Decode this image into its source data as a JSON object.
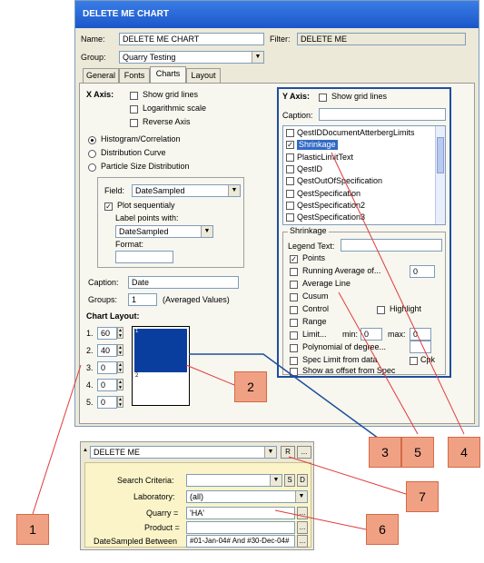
{
  "window": {
    "title": "DELETE ME CHART"
  },
  "header": {
    "name_label": "Name:",
    "name_value": "DELETE ME CHART",
    "filter_label": "Filter:",
    "filter_value": "DELETE ME",
    "group_label": "Group:",
    "group_value": "Quarry Testing"
  },
  "tabs": [
    {
      "label": "General"
    },
    {
      "label": "Fonts"
    },
    {
      "label": "Charts"
    },
    {
      "label": "Layout"
    }
  ],
  "xaxis": {
    "heading": "X Axis:",
    "show_grid": "Show grid lines",
    "log_scale": "Logarithmic scale",
    "reverse": "Reverse Axis",
    "radio_hist": "Histogram/Correlation",
    "radio_dist": "Distribution Curve",
    "radio_psd": "Particle Size Distribution",
    "field_label": "Field:",
    "field_value": "DateSampled",
    "plot_seq": "Plot sequentialy",
    "label_points": "Label points with:",
    "label_points_value": "DateSampled",
    "format_label": "Format:",
    "caption_label": "Caption:",
    "caption_value": "Date",
    "groups_label": "Groups:",
    "groups_value": "1",
    "groups_note": "(Averaged Values)"
  },
  "layout": {
    "heading": "Chart Layout:",
    "rows": [
      {
        "n": "1.",
        "v": "60"
      },
      {
        "n": "2.",
        "v": "40"
      },
      {
        "n": "3.",
        "v": "0"
      },
      {
        "n": "4.",
        "v": "0"
      },
      {
        "n": "5.",
        "v": "0"
      }
    ],
    "preview_label_1": "1",
    "preview_label_2": "2"
  },
  "yaxis": {
    "heading": "Y Axis:",
    "show_grid": "Show grid lines",
    "caption_label": "Caption:",
    "list": [
      {
        "label": "QestIDDocumentAtterbergLimits",
        "checked": false
      },
      {
        "label": "Shrinkage",
        "checked": true
      },
      {
        "label": "PlasticLimitText",
        "checked": false
      },
      {
        "label": "QestID",
        "checked": false
      },
      {
        "label": "QestOutOfSpecification",
        "checked": false
      },
      {
        "label": "QestSpecification",
        "checked": false
      },
      {
        "label": "QestSpecification2",
        "checked": false
      },
      {
        "label": "QestSpecification3",
        "checked": false
      }
    ],
    "group_title": "Shrinkage",
    "legend_label": "Legend Text:",
    "points": "Points",
    "running_avg": "Running Average of...",
    "running_avg_value": "0",
    "average_line": "Average Line",
    "cusum": "Cusum",
    "control": "Control",
    "highlight": "Highlight",
    "range": "Range",
    "limit": "Limit...",
    "min_label": "min:",
    "min_value": "0",
    "max_label": "max:",
    "max_value": "0",
    "polynomial": "Polynomial of degree...",
    "spec_limit": "Spec Limit from data",
    "cpk": "Cpk",
    "offset": "Show as offset from Spec"
  },
  "filter_panel": {
    "title": "DELETE ME",
    "r_button": "R",
    "more_button": "...",
    "search_label": "Search Criteria:",
    "s_button": "S",
    "d_button": "D",
    "lab_label": "Laboratory:",
    "lab_value": "(all)",
    "quarry_label": "Quarry =",
    "quarry_value": "'HA'",
    "product_label": "Product =",
    "product_value": "",
    "date_label": "DateSampled Between",
    "date_value": "#01-Jan-04# And #30-Dec-04#"
  },
  "callouts": [
    "1",
    "2",
    "3",
    "4",
    "5",
    "6",
    "7"
  ],
  "colors": {
    "title": "#1c56c9",
    "callout_fill": "#f0a184",
    "callout_line": "#e03a3a",
    "blue_line": "#1f4e9c",
    "selection": "#316ac5"
  }
}
